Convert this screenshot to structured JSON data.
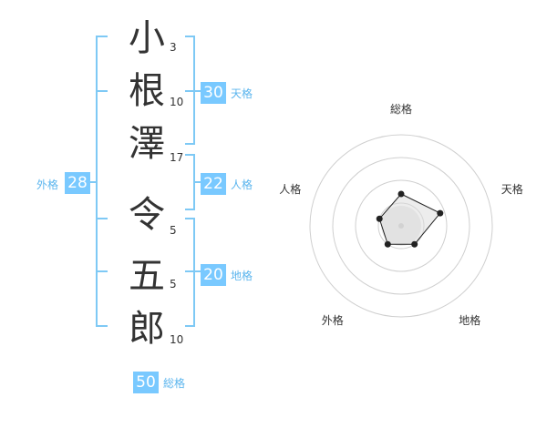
{
  "name": {
    "chars": [
      {
        "char": "小",
        "strokes": "3"
      },
      {
        "char": "根",
        "strokes": "10"
      },
      {
        "char": "澤",
        "strokes": "17"
      },
      {
        "char": "令",
        "strokes": "5"
      },
      {
        "char": "五",
        "strokes": "5"
      },
      {
        "char": "郎",
        "strokes": "10"
      }
    ]
  },
  "fortunes": {
    "tenkaku": {
      "value": "30",
      "label": "天格"
    },
    "jinkaku": {
      "value": "22",
      "label": "人格"
    },
    "chikaku": {
      "value": "20",
      "label": "地格"
    },
    "gaikaku": {
      "value": "28",
      "label": "外格"
    },
    "soukaku": {
      "value": "50",
      "label": "総格"
    }
  },
  "colors": {
    "accent": "#79c9ff",
    "bracket": "#7ec9f5",
    "text": "#333333"
  },
  "chart_data": {
    "type": "radar",
    "axes": [
      "総格",
      "天格",
      "地格",
      "外格",
      "人格"
    ],
    "values": [
      0.35,
      0.45,
      0.25,
      0.25,
      0.25
    ],
    "range": [
      0,
      1
    ],
    "rings": 4
  }
}
